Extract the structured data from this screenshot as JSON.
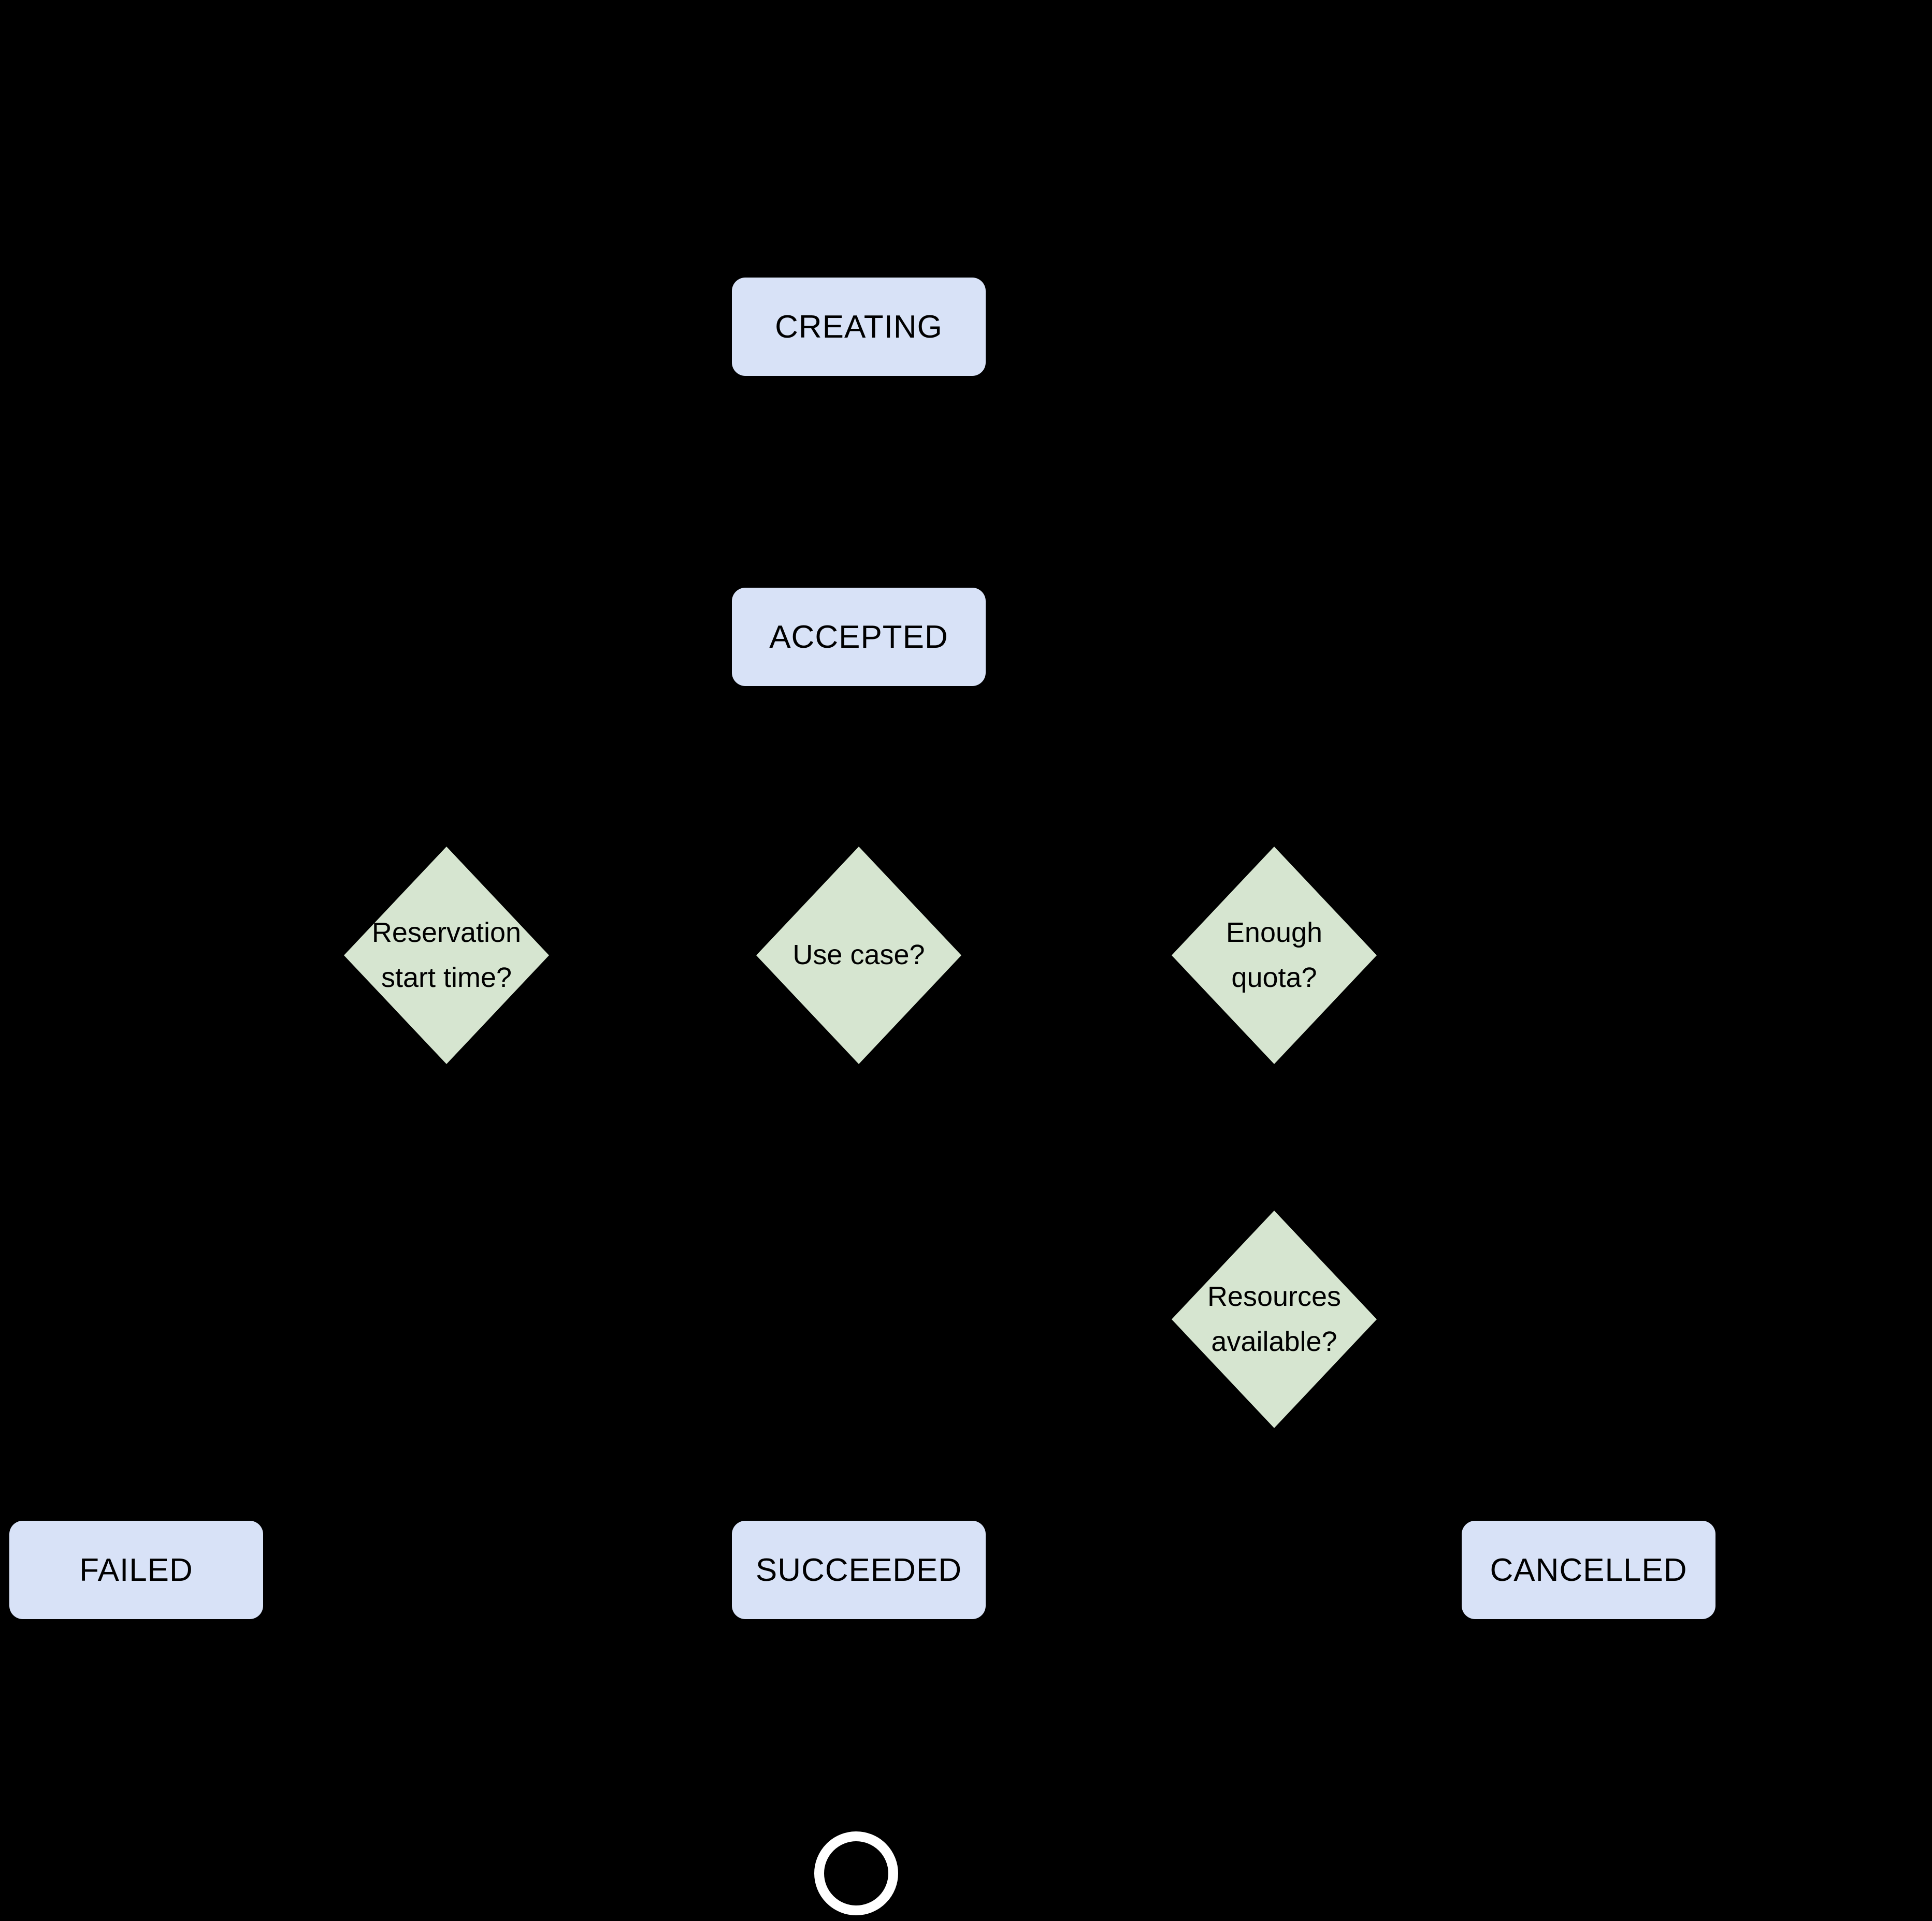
{
  "colors": {
    "background": "#000000",
    "state_fill": "#d8e2f7",
    "decision_fill": "#d6e5d0",
    "label_text": "#000000",
    "end_ring": "#ffffff"
  },
  "nodes": {
    "creating": {
      "label": "CREATING"
    },
    "accepted": {
      "label": "ACCEPTED"
    },
    "failed": {
      "label": "FAILED"
    },
    "succeeded": {
      "label": "SUCCEEDED"
    },
    "cancelled": {
      "label": "CANCELLED"
    },
    "reservation_start_time": {
      "line1": "Reservation",
      "line2": "start time?"
    },
    "use_case": {
      "line1": "Use case?"
    },
    "enough_quota": {
      "line1": "Enough",
      "line2": "quota?"
    },
    "resources_available": {
      "line1": "Resources",
      "line2": "available?"
    }
  },
  "icons": {
    "end_state": "terminal-end-ring"
  }
}
